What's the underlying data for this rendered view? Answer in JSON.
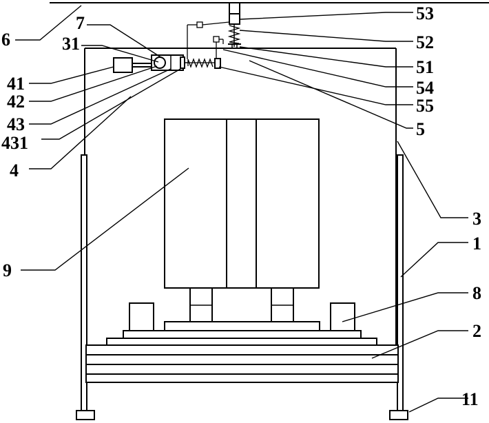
{
  "labels": {
    "l6": "6",
    "l7": "7",
    "l31": "31",
    "l41": "41",
    "l42": "42",
    "l43": "43",
    "l431": "431",
    "l4": "4",
    "l9": "9",
    "l53": "53",
    "l52": "52",
    "l51": "51",
    "l54": "54",
    "l55": "55",
    "l5": "5",
    "l3": "3",
    "l1": "1",
    "l8": "8",
    "l2": "2",
    "l11": "11"
  }
}
